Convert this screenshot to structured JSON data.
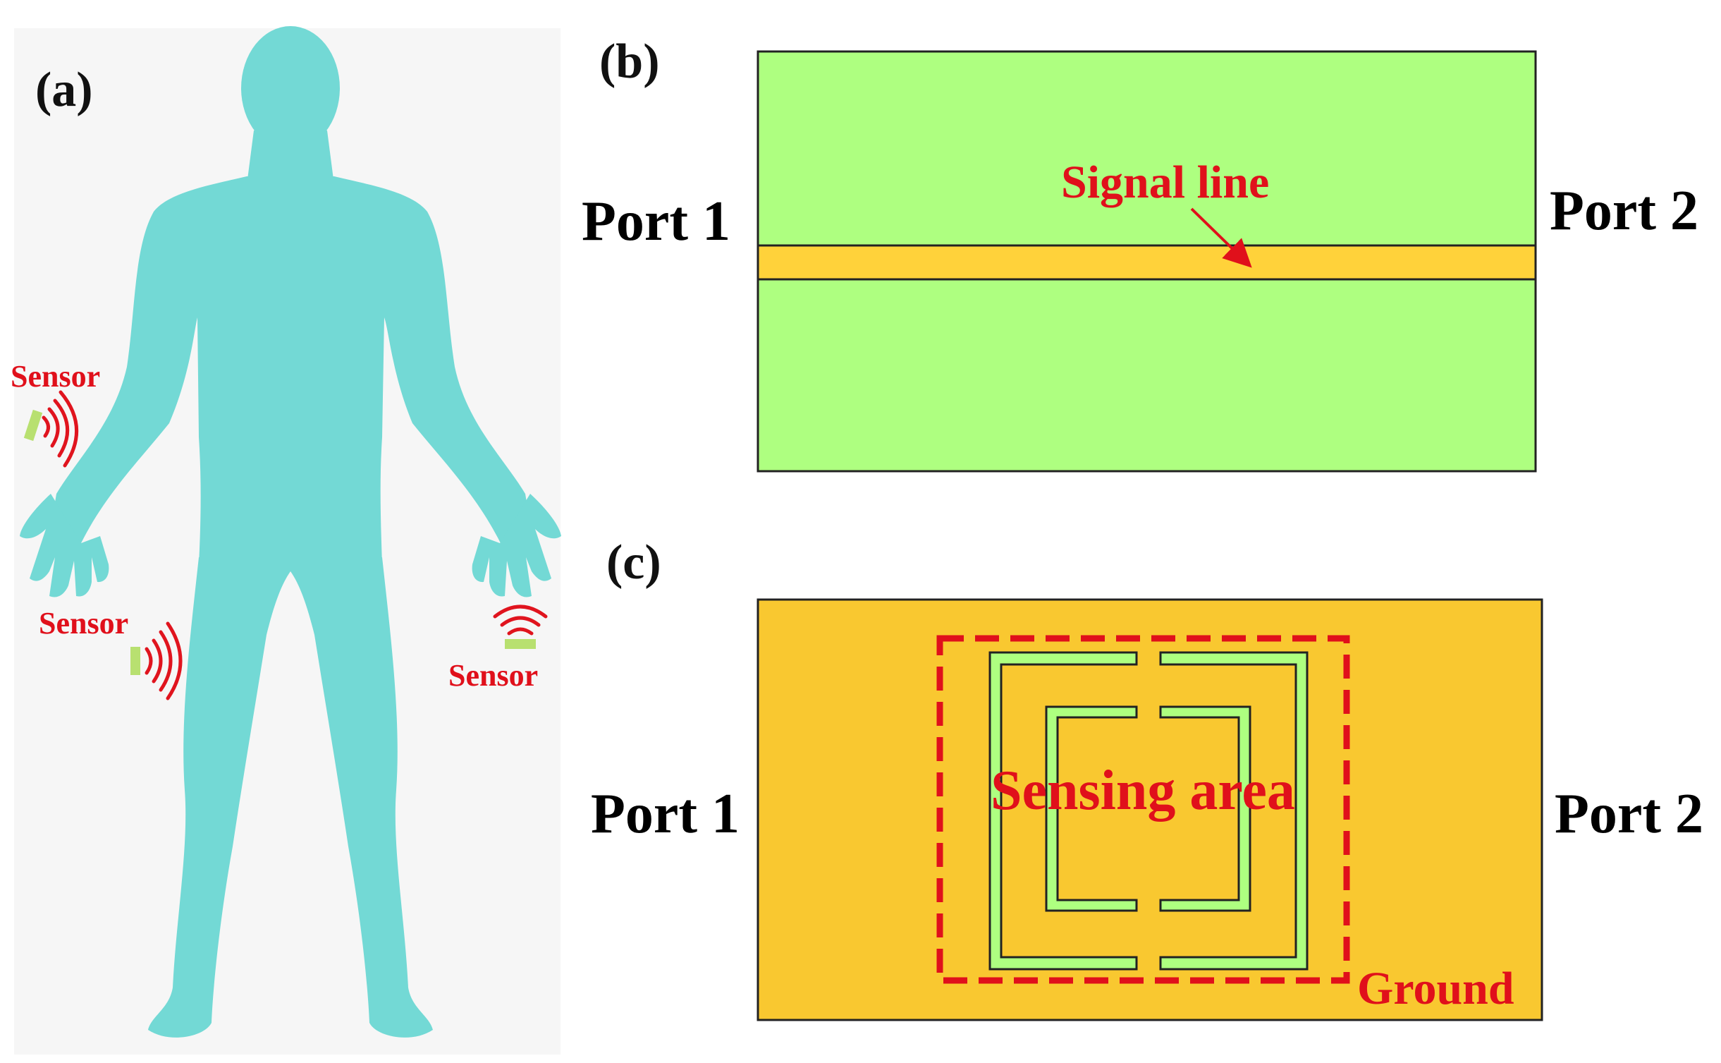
{
  "panels": {
    "a": {
      "label": "(a)",
      "sensor_labels": [
        "Sensor",
        "Sensor",
        "Sensor"
      ]
    },
    "b": {
      "label": "(b)",
      "port_left": "Port 1",
      "port_right": "Port 2",
      "annotation": "Signal line"
    },
    "c": {
      "label": "(c)",
      "port_left": "Port 1",
      "port_right": "Port 2",
      "annotation": "Sensing area",
      "ground_label": "Ground"
    }
  },
  "colors": {
    "body": "#73d9d5",
    "body_panel_bg": "#f6f6f6",
    "substrate_green": "#aeff80",
    "copper": "#f9c830",
    "signal_line": "#ffd23a",
    "annotation_red": "#e0101b"
  }
}
